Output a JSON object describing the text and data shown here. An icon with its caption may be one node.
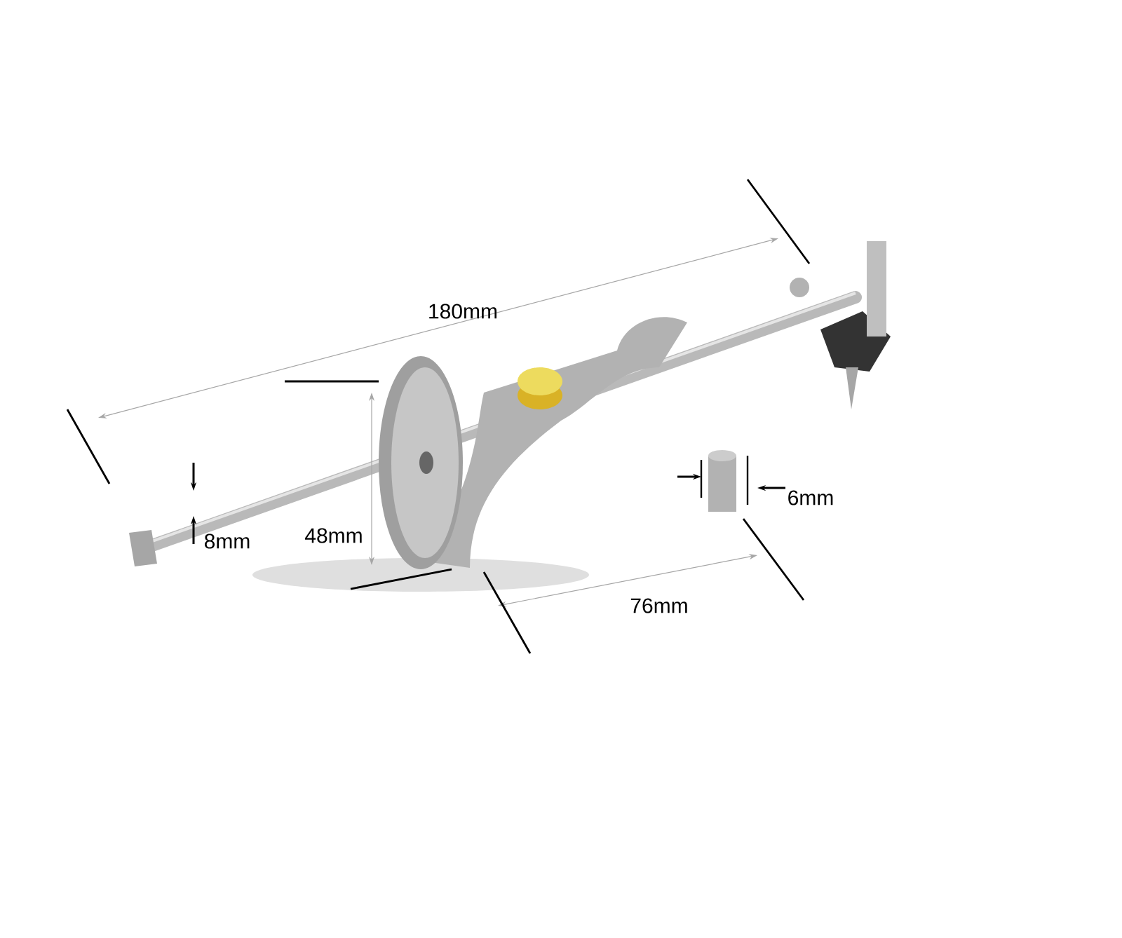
{
  "diagram": {
    "labels": [
      "180mm",
      "48mm",
      "8mm",
      "76mm",
      "6mm"
    ]
  }
}
